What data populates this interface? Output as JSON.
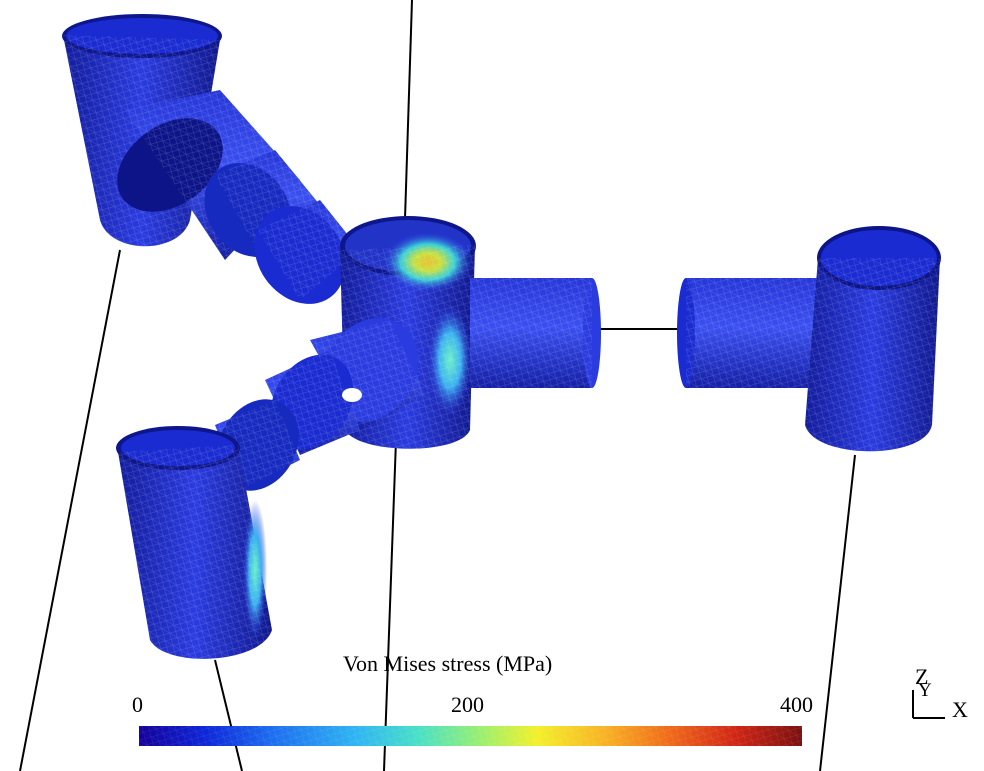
{
  "legend": {
    "title": "Von Mises stress (MPa)",
    "min_label": "0",
    "mid_label": "200",
    "max_label": "400",
    "range": [
      0,
      400
    ],
    "colormap": [
      "#15009a",
      "#0d26d8",
      "#1d6cf0",
      "#2fb6f2",
      "#47e0c6",
      "#9ef06a",
      "#f3f02a",
      "#f8b424",
      "#f06a1a",
      "#d02515",
      "#9e1313",
      "#7a1010"
    ]
  },
  "axes_triad": {
    "z_label": "Z",
    "y_label": "Y",
    "x_label": "X"
  },
  "colors": {
    "tube_dark": "#0a0f8a",
    "tube_mid": "#1a2bd1",
    "tube_light": "#3a55f2",
    "hotspot_cyan": "#3ad8e0",
    "hotspot_yellow": "#e8e23a",
    "hotspot_orange": "#e88a20"
  }
}
